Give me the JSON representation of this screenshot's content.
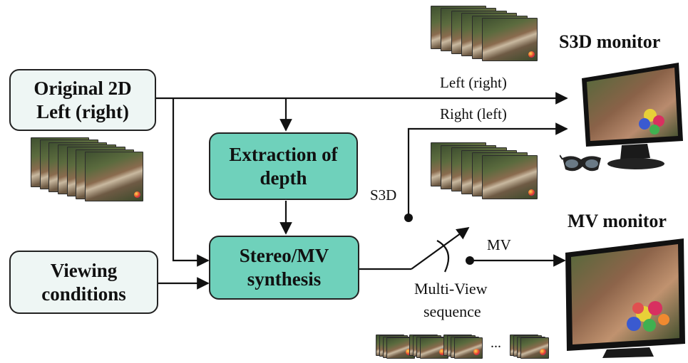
{
  "boxes": {
    "original": [
      "Original 2D",
      "Left (right)"
    ],
    "viewing": [
      "Viewing",
      "conditions"
    ],
    "depth": [
      "Extraction of",
      "depth"
    ],
    "synthesis": [
      "Stereo/MV",
      "synthesis"
    ]
  },
  "labels": {
    "left_right": "Left (right)",
    "right_left": "Right (left)",
    "s3d": "S3D",
    "mv": "MV",
    "multiview": [
      "Multi-View",
      "sequence"
    ],
    "ellipsis": "..."
  },
  "titles": {
    "s3d_monitor": "S3D monitor",
    "mv_monitor": "MV monitor"
  },
  "colors": {
    "box_light": "#eef6f4",
    "box_teal": "#6fd1bb",
    "line": "#111111"
  },
  "icons": [
    "film-stack-icon",
    "s3d-monitor-icon",
    "3d-glasses-icon",
    "mv-monitor-icon",
    "switch-icon"
  ]
}
